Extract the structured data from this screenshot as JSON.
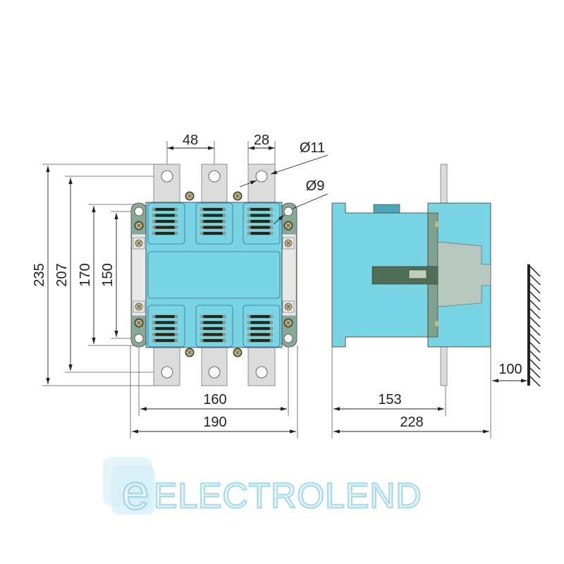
{
  "dimensions": {
    "terminal_pitch": "48",
    "terminal_width": "28",
    "terminal_hole": "Ø11",
    "mount_hole": "Ø9",
    "height_total": "235",
    "height_terminal_holes": "207",
    "height_body": "170",
    "height_mount_holes": "150",
    "width_mount_holes": "160",
    "width_total": "190",
    "depth_to_plate": "153",
    "depth_total": "228",
    "wall_clearance": "100"
  },
  "logo": {
    "text": "ELECTROLEND",
    "letter": "e"
  },
  "colors": {
    "body": "#79d4e4",
    "bracket": "#88a898",
    "terminal": "#dcdcdc",
    "slot": "#1e2a1e",
    "screw": "#c9b77a",
    "logo": "#9fd8ee"
  }
}
